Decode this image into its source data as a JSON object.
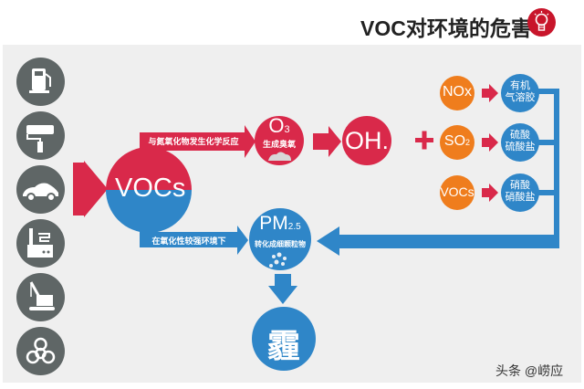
{
  "header": {
    "title": "VOC对环境的危害",
    "title_icon": "lightbulb-icon"
  },
  "sources": [
    {
      "name": "gas-station",
      "icon": "fuel-pump-icon"
    },
    {
      "name": "paint",
      "icon": "paint-roller-icon"
    },
    {
      "name": "vehicle",
      "icon": "car-icon"
    },
    {
      "name": "factory",
      "icon": "factory-icon"
    },
    {
      "name": "construction",
      "icon": "crane-icon"
    },
    {
      "name": "biohazard",
      "icon": "biohazard-icon"
    }
  ],
  "center": {
    "label": "VOCs"
  },
  "top_branch": {
    "arrow_label": "与氮氧化物发生化学反应",
    "o3": {
      "main": "O",
      "sub": "3",
      "desc": "生成臭氧",
      "icon": "cloud-icon"
    },
    "oh": {
      "label": "OH."
    },
    "plus": "+"
  },
  "reactants": [
    {
      "main": "NOx",
      "sub": "",
      "product_line1": "有机",
      "product_line2": "气溶胶"
    },
    {
      "main": "SO",
      "sub": "2",
      "product_line1": "硫酸",
      "product_line2": "硫酸盐"
    },
    {
      "main": "VOCs",
      "sub": "",
      "product_line1": "硝酸",
      "product_line2": "硝酸盐"
    }
  ],
  "bottom_branch": {
    "arrow_label": "在氧化性较强环境下",
    "pm": {
      "main": "PM",
      "sub": "2.5",
      "desc": "转化成细颗粒物",
      "icon": "particles-icon"
    },
    "result": "霾"
  },
  "credit": "头条 @崂应",
  "colors": {
    "red": "#d9294a",
    "blue": "#2f86c8",
    "orange": "#ef7d1d",
    "gray_icon": "#5f6666",
    "panel": "#efefef"
  }
}
